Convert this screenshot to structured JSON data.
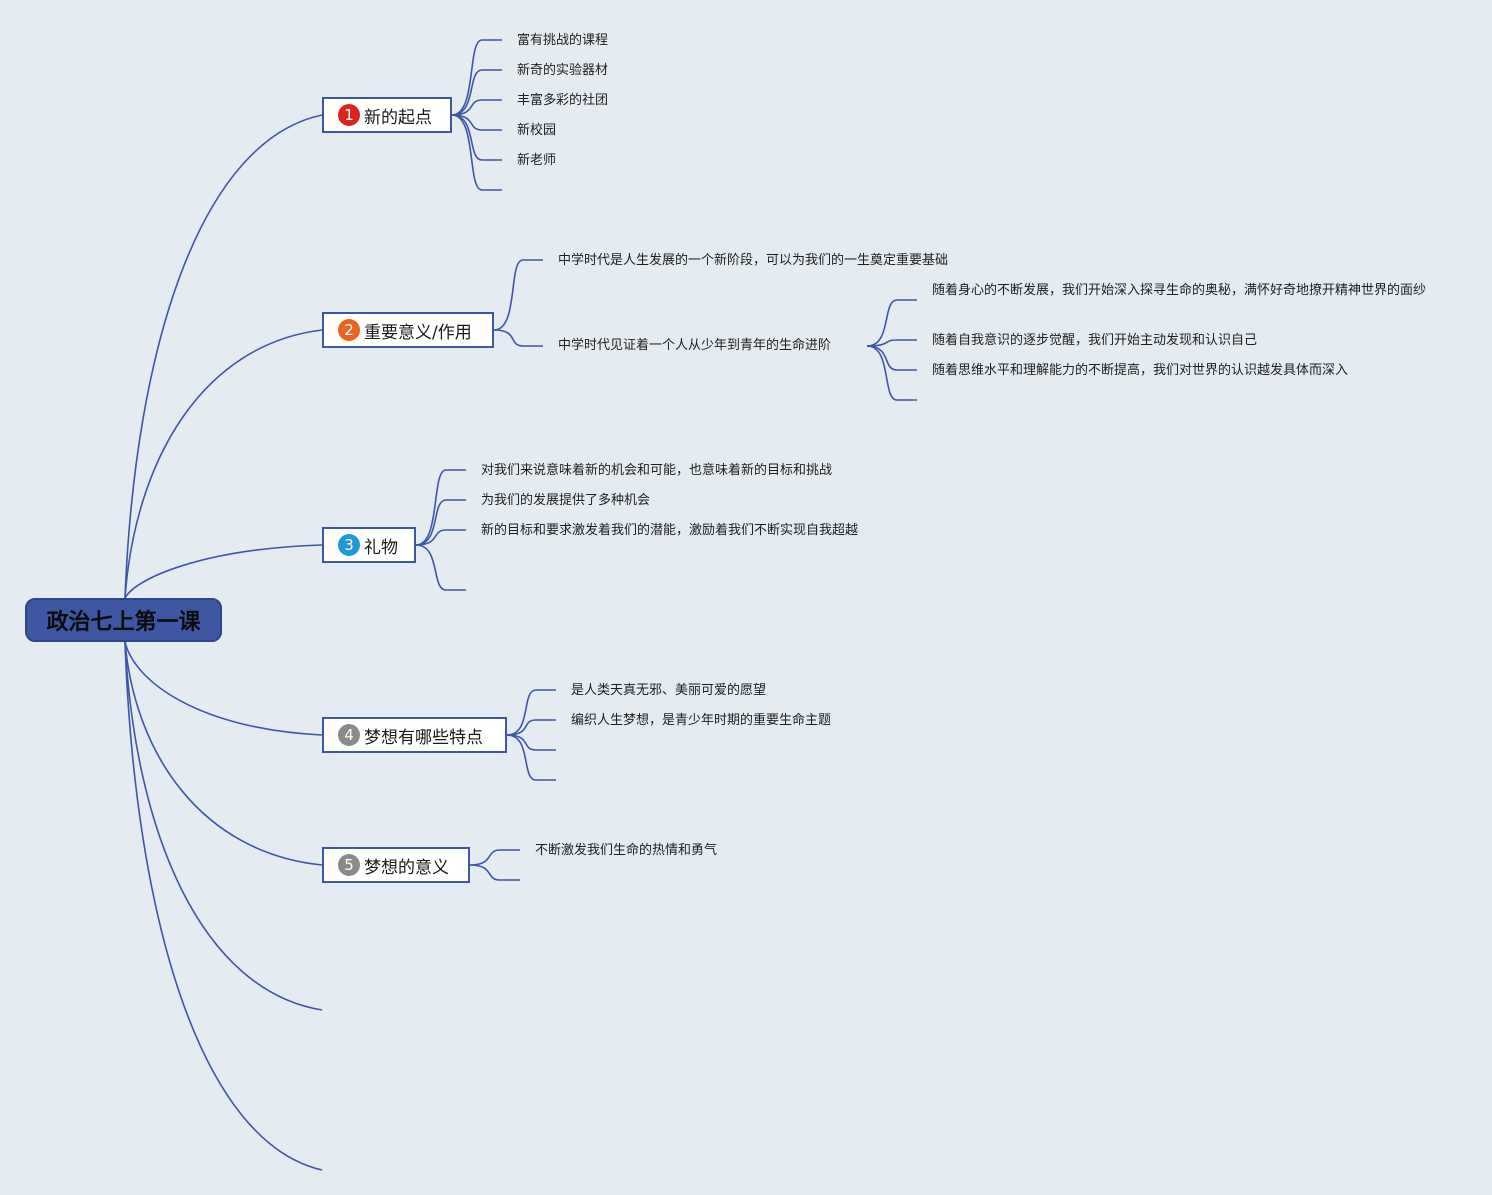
{
  "root": {
    "title": "政治七上第一课"
  },
  "colors": {
    "line": "#3d57a3",
    "root": "#3d57a3",
    "background": "#e4ecf2"
  },
  "branches": [
    {
      "num": "1",
      "badge_color": "#d9261c",
      "label": "新的起点",
      "children": [
        "富有挑战的课程",
        "新奇的实验器材",
        "丰富多彩的社团",
        "新校园",
        "新老师"
      ]
    },
    {
      "num": "2",
      "badge_color": "#e8661f",
      "label": "重要意义/作用",
      "children": [
        "中学时代是人生发展的一个新阶段，可以为我们的一生奠定重要基础",
        "中学时代见证着一个人从少年到青年的生命进阶"
      ],
      "grandchildren": [
        "随着身心的不断发展，我们开始深入探寻生命的奥秘，满怀好奇地撩开精神世界的面纱",
        "随着自我意识的逐步觉醒，我们开始主动发现和认识自己",
        "随着思维水平和理解能力的不断提高，我们对世界的认识越发具体而深入"
      ]
    },
    {
      "num": "3",
      "badge_color": "#1f98d6",
      "label": "礼物",
      "children": [
        "对我们来说意味着新的机会和可能，也意味着新的目标和挑战",
        "为我们的发展提供了多种机会",
        "新的目标和要求激发着我们的潜能，激励着我们不断实现自我超越"
      ]
    },
    {
      "num": "4",
      "badge_color": "#8a8a8a",
      "label": "梦想有哪些特点",
      "children": [
        "是人类天真无邪、美丽可爱的愿望",
        "编织人生梦想，是青少年时期的重要生命主题"
      ]
    },
    {
      "num": "5",
      "badge_color": "#8a8a8a",
      "label": "梦想的意义",
      "children": [
        "不断激发我们生命的热情和勇气"
      ]
    }
  ]
}
